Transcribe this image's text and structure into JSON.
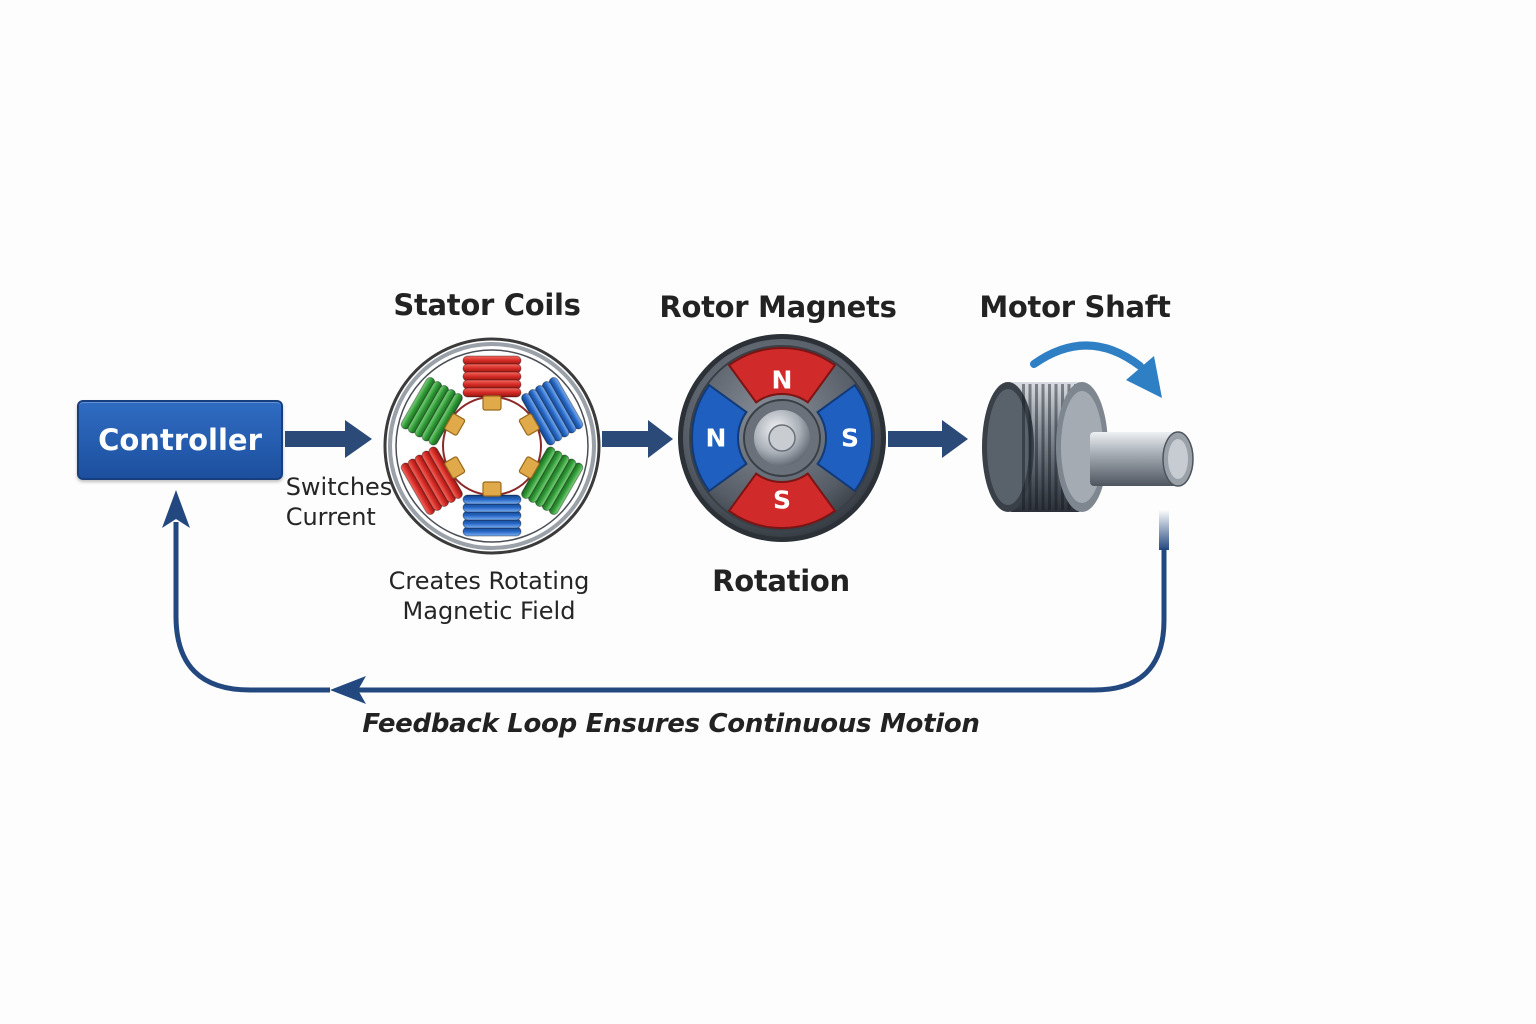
{
  "diagram": {
    "controller": {
      "label": "Controller"
    },
    "switches_label": {
      "line1": "Switches",
      "line2": "Current"
    },
    "stator": {
      "title": "Stator Coils",
      "caption_line1": "Creates Rotating",
      "caption_line2": "Magnetic Field"
    },
    "rotor": {
      "title": "Rotor Magnets",
      "caption": "Rotation",
      "poles": {
        "top": "N",
        "left": "N",
        "right": "S",
        "bottom": "S"
      }
    },
    "shaft": {
      "title": "Motor Shaft"
    },
    "feedback": {
      "label": "Feedback Loop Ensures Continuous Motion"
    },
    "colors": {
      "arrow": "#2c4a78",
      "loop": "#23487f",
      "controller": "#2560b0",
      "coil_red": "#d62a25",
      "coil_green": "#2f9a35",
      "coil_blue": "#2668c8",
      "magnet_red": "#d12a2a",
      "magnet_blue": "#1f5fbf",
      "rotation_arrow": "#2f7fc4"
    },
    "icons": [
      "stator-coils-icon",
      "rotor-magnets-icon",
      "motor-shaft-icon",
      "rotation-arrow-icon",
      "flow-arrow-icon"
    ]
  }
}
